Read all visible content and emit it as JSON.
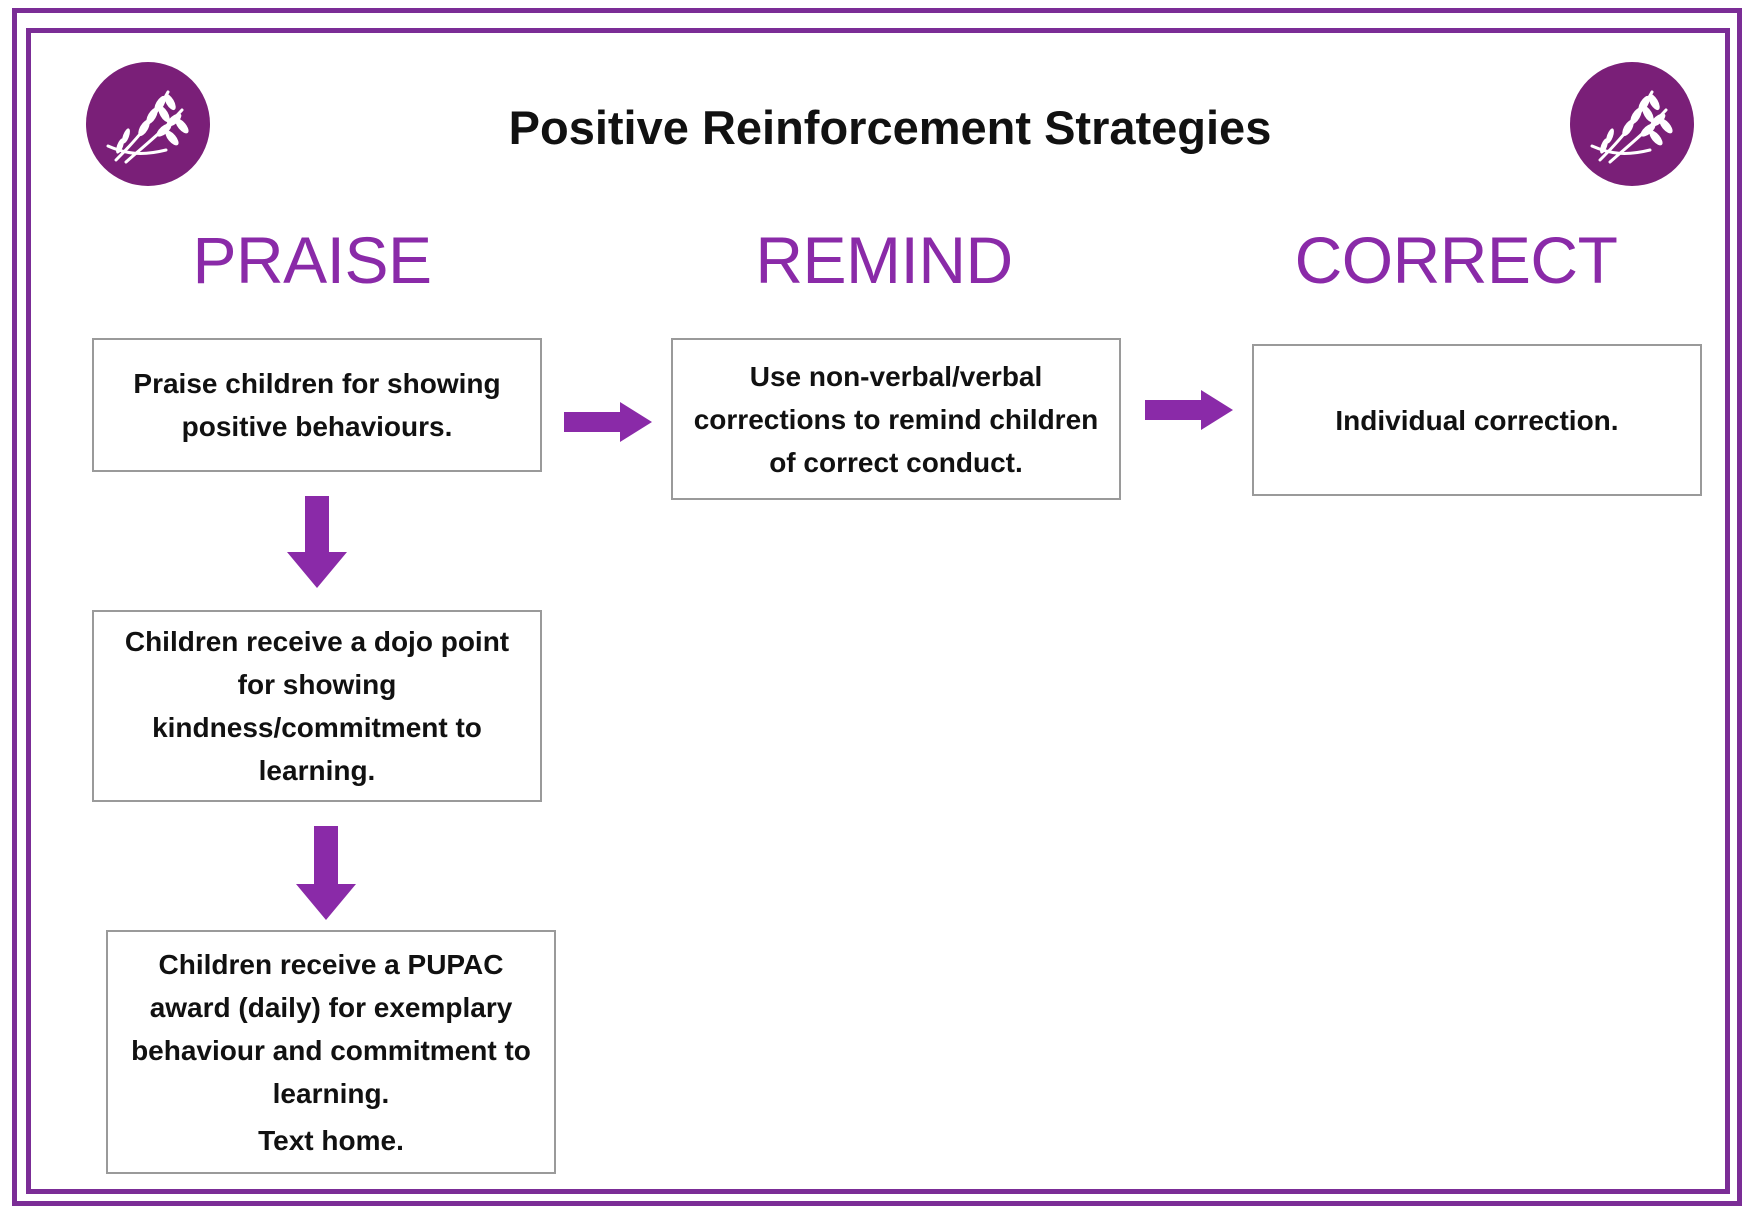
{
  "title": "Positive Reinforcement Strategies",
  "logos": [
    {
      "icon": "wheat-sheaf-icon"
    },
    {
      "icon": "wheat-sheaf-icon"
    }
  ],
  "columns": {
    "praise": {
      "heading": "PRAISE",
      "steps": [
        {
          "text": "Praise children for showing positive behaviours."
        },
        {
          "text": "Children receive a dojo point for showing kindness/commitment to learning."
        },
        {
          "text": "Children receive a PUPAC award (daily) for exemplary behaviour and commitment to learning.",
          "extra": "Text home."
        }
      ]
    },
    "remind": {
      "heading": "REMIND",
      "steps": [
        {
          "text": "Use non-verbal/verbal corrections to remind children of correct conduct."
        }
      ]
    },
    "correct": {
      "heading": "CORRECT",
      "steps": [
        {
          "text": "Individual correction."
        }
      ]
    }
  },
  "colors": {
    "accent": "#8a2aa8",
    "frame": "#7b2d96",
    "logo_bg": "#7a1f78",
    "box_border": "#9a9a9a"
  }
}
